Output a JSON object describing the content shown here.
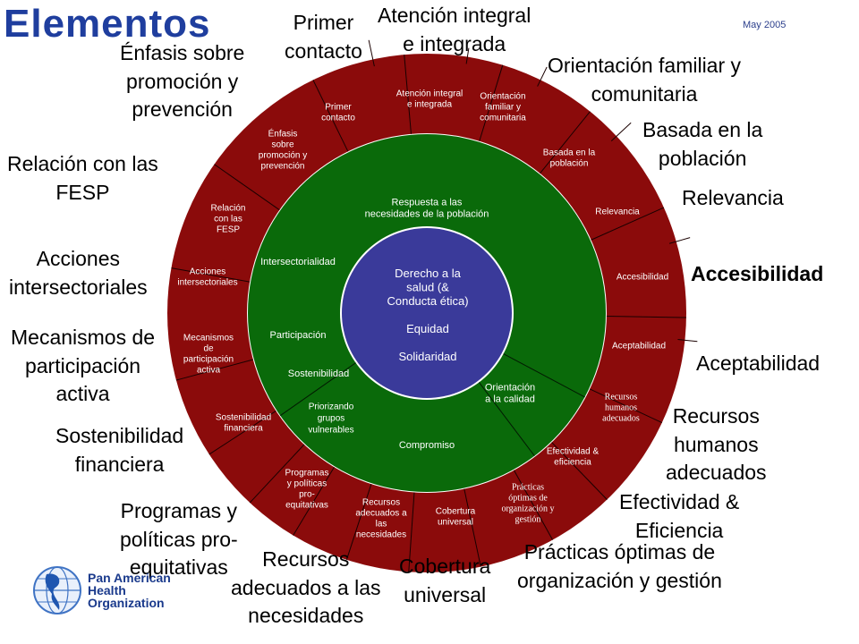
{
  "header": {
    "title": "Elementos",
    "date": "May 2005"
  },
  "organization": {
    "line1": "Pan American",
    "line2": "Health",
    "line3": "Organization"
  },
  "colors": {
    "outer_ring": "#8b0b0b",
    "middle_ring": "#0a6a0a",
    "core": "#3a3a9a",
    "title": "#1f3e9e"
  },
  "core": {
    "lines": [
      "Derecho a la",
      "salud (&",
      "Conducta ética)",
      "",
      "Equidad",
      "",
      "Solidaridad"
    ]
  },
  "middle_ring": [
    {
      "lines": [
        "Respuesta a las",
        "necesidades de la población"
      ]
    },
    {
      "lines": [
        "Intersectorialidad"
      ]
    },
    {
      "lines": [
        "Participación"
      ]
    },
    {
      "lines": [
        "Sostenibilidad"
      ]
    },
    {
      "lines": [
        "Priorizando",
        "grupos",
        "vulnerables"
      ]
    },
    {
      "lines": [
        "Compromiso"
      ]
    },
    {
      "lines": [
        "Orientación",
        "a la calidad"
      ]
    }
  ],
  "outer_ring": [
    {
      "lines": [
        "Primer",
        "contacto"
      ]
    },
    {
      "lines": [
        "Atención integral",
        "e integrada"
      ]
    },
    {
      "lines": [
        "Orientación",
        "familiar y",
        "comunitaria"
      ]
    },
    {
      "lines": [
        "Basada en la",
        "población"
      ]
    },
    {
      "lines": [
        "Relevancia"
      ]
    },
    {
      "lines": [
        "Accesibilidad"
      ]
    },
    {
      "lines": [
        "Aceptabilidad"
      ]
    },
    {
      "lines": [
        "Recursos",
        "humanos",
        "adecuados"
      ]
    },
    {
      "lines": [
        "Efectividad &",
        "eficiencia"
      ]
    },
    {
      "lines": [
        "Prácticas",
        "óptimas de",
        "organización y",
        "gestión"
      ]
    },
    {
      "lines": [
        "Cobertura",
        "universal"
      ]
    },
    {
      "lines": [
        "Recursos",
        "adecuados a",
        "las",
        "necesidades"
      ]
    },
    {
      "lines": [
        "Programas",
        "y políticas",
        "pro-",
        "equitativas"
      ]
    },
    {
      "lines": [
        "Sostenibilidad",
        "financiera"
      ]
    },
    {
      "lines": [
        "Mecanismos",
        "de",
        "participación",
        "activa"
      ]
    },
    {
      "lines": [
        "Acciones",
        "intersectoriales"
      ]
    },
    {
      "lines": [
        "Relación",
        "con las",
        "FESP"
      ]
    },
    {
      "lines": [
        "Énfasis",
        "sobre",
        "promoción y",
        "prevención"
      ]
    }
  ],
  "external_labels": {
    "primer_contacto": "Primer\ncontacto",
    "atencion_integral": "Atención integral\ne integrada",
    "orientacion_familiar": "Orientación familiar y\ncomunitaria",
    "basada_poblacion": "Basada en la\npoblación",
    "relevancia": "Relevancia",
    "accesibilidad": "Accesibilidad",
    "aceptabilidad": "Aceptabilidad",
    "recursos_humanos": "Recursos\nhumanos\nadecuados",
    "efectividad": "Efectividad &\nEficiencia",
    "practicas": "Prácticas óptimas de\norganización y gestión",
    "cobertura": "Cobertura\nuniversal",
    "recursos_necesidades": "Recursos\nadecuados a las\nnecesidades",
    "programas": "Programas y\npolíticas pro-\nequitativas",
    "sostenibilidad": "Sostenibilidad\nfinanciera",
    "mecanismos": "Mecanismos de\nparticipación\nactiva",
    "acciones": "Acciones\nintersectoriales",
    "relacion_fesp": "Relación con las\nFESP",
    "enfasis": "Énfasis sobre\npromoción y\nprevención"
  }
}
